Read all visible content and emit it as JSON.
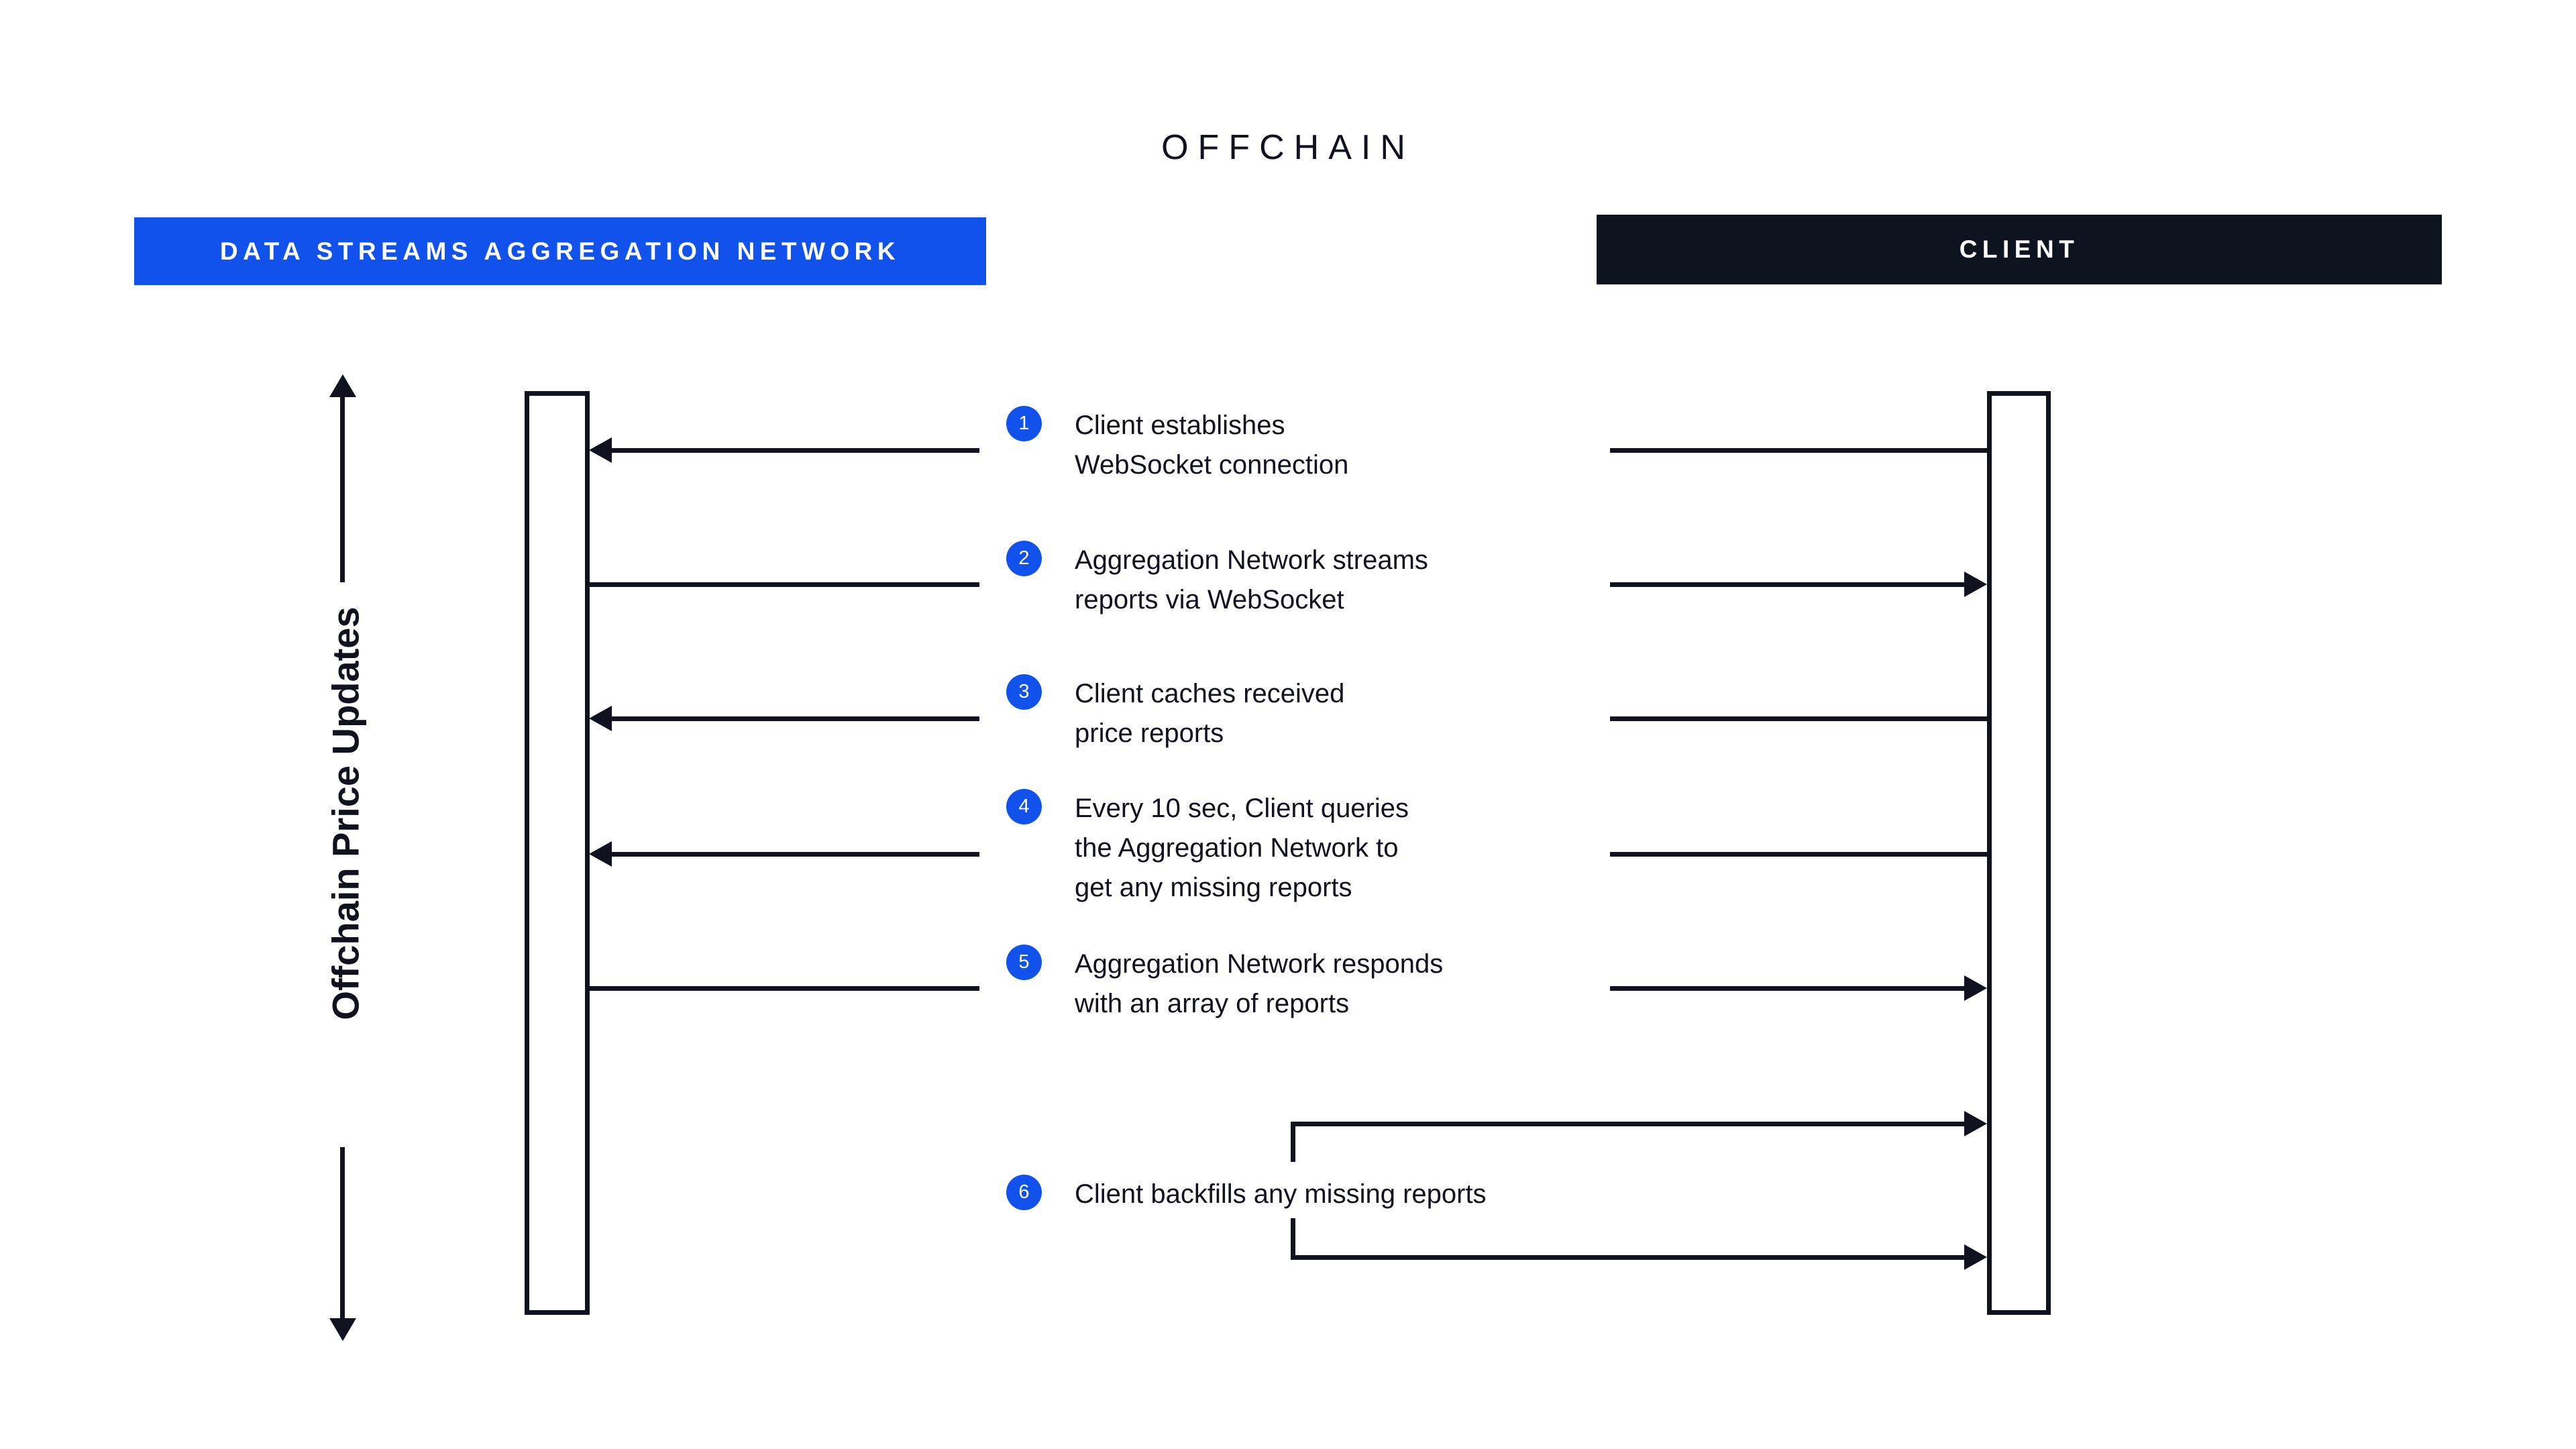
{
  "diagram": {
    "title": "OFFCHAIN",
    "axis_label": "Offchain Price Updates",
    "accent_blue": "#1151ec",
    "ink": "#10131f",
    "background": "#ffffff"
  },
  "lanes": {
    "left": {
      "label": "DATA STREAMS AGGREGATION NETWORK",
      "bar_color": "#1151ec",
      "text_color": "#ffffff"
    },
    "right": {
      "label": "CLIENT",
      "bar_color": "#0e1320",
      "text_color": "#ffffff"
    }
  },
  "steps": [
    {
      "number": "1",
      "text": "Client establishes\nWebSocket connection",
      "direction": "right-to-left"
    },
    {
      "number": "2",
      "text": "Aggregation Network streams\nreports via WebSocket",
      "direction": "left-to-right"
    },
    {
      "number": "3",
      "text": "Client caches received\nprice reports",
      "direction": "right-to-left"
    },
    {
      "number": "4",
      "text": "Every 10 sec, Client queries\nthe Aggregation Network to\nget any missing reports",
      "direction": "right-to-left"
    },
    {
      "number": "5",
      "text": "Aggregation Network responds\nwith an array of reports",
      "direction": "left-to-right"
    },
    {
      "number": "6",
      "text": "Client backfills any missing reports",
      "direction": "self-client"
    }
  ]
}
